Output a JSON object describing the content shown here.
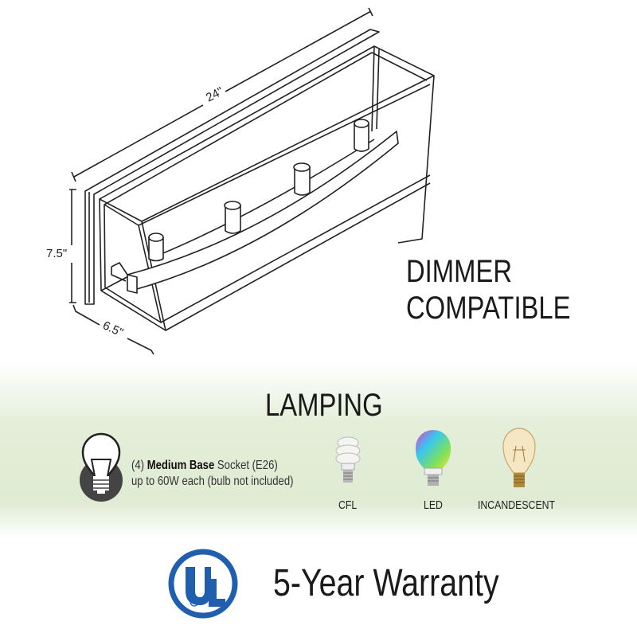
{
  "dimensions": {
    "width": "24\"",
    "height": "7.5\"",
    "depth": "6.5\""
  },
  "feature": {
    "line1": "DIMMER",
    "line2": "COMPATIBLE"
  },
  "lamping": {
    "title": "LAMPING",
    "socket_count": "(4)",
    "socket_type": "Medium Base",
    "socket_rest": "Socket (E26)",
    "wattage": "up to 60W each (bulb not included)",
    "bulbs": [
      {
        "label": "CFL",
        "icon": "cfl-bulb-icon"
      },
      {
        "label": "LED",
        "icon": "led-bulb-icon"
      },
      {
        "label": "INCANDESCENT",
        "icon": "incandescent-bulb-icon"
      }
    ]
  },
  "certification": {
    "logo": "UL",
    "logo_color": "#1f5fae"
  },
  "warranty": "5-Year Warranty",
  "colors": {
    "band": "#e0ecd4",
    "text": "#1a1a1a"
  }
}
